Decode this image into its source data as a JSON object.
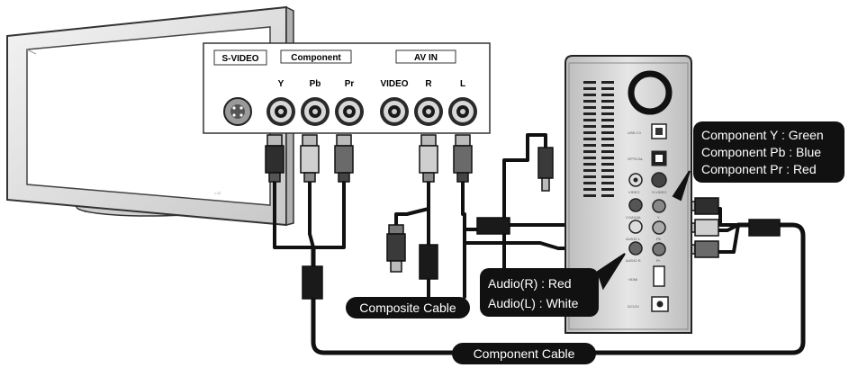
{
  "panel": {
    "svideo_label": "S-VIDEO",
    "component_label": "Component",
    "avin_label": "AV IN",
    "jacks": {
      "y": "Y",
      "pb": "Pb",
      "pr": "Pr",
      "video": "VIDEO",
      "r": "R",
      "l": "L"
    }
  },
  "player": {
    "ports": {
      "usb": "USB 2.0",
      "optical": "OPTICAL",
      "video": "VIDEO",
      "svideo": "S-VIDEO",
      "coaxial": "COAXIAL",
      "y": "Y",
      "pb": "Pb",
      "pr": "Pr",
      "audio_l": "AUDIO L",
      "audio_r": "AUDIO R",
      "hdmi": "HDMI",
      "dc": "DC12V"
    }
  },
  "callouts": {
    "component_y": "Component Y : Green",
    "component_pb": "Component Pb : Blue",
    "component_pr": "Component Pr : Red",
    "audio_r": "Audio(R) : Red",
    "audio_l": "Audio(L) : White",
    "composite_cable": "Composite Cable",
    "component_cable": "Component Cable"
  }
}
